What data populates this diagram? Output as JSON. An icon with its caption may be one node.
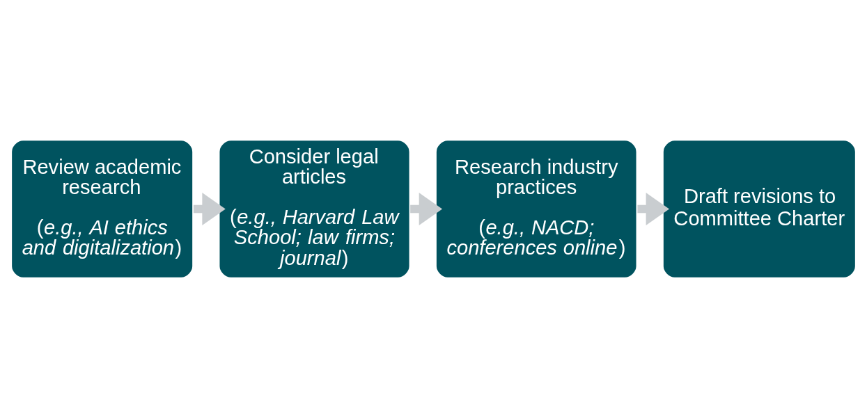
{
  "diagram": {
    "nodes": [
      {
        "text": [
          "Review academic research",
          "(*e.g., AI ethics and digitalization*)"
        ]
      },
      {
        "text": [
          "Consider legal articles",
          "(*e.g., Harvard Law School; law firms; journal*)"
        ]
      },
      {
        "text": [
          "Research industry practices",
          "(*e.g., NACD; conferences online*)"
        ]
      },
      {
        "text": [
          "Draft revisions to Committee Charter"
        ]
      }
    ],
    "edges": [
      {
        "from": 0,
        "to": 1,
        "arrow": "to"
      },
      {
        "from": 1,
        "to": 2,
        "arrow": "to"
      },
      {
        "from": 2,
        "to": 3,
        "arrow": "to"
      }
    ]
  }
}
